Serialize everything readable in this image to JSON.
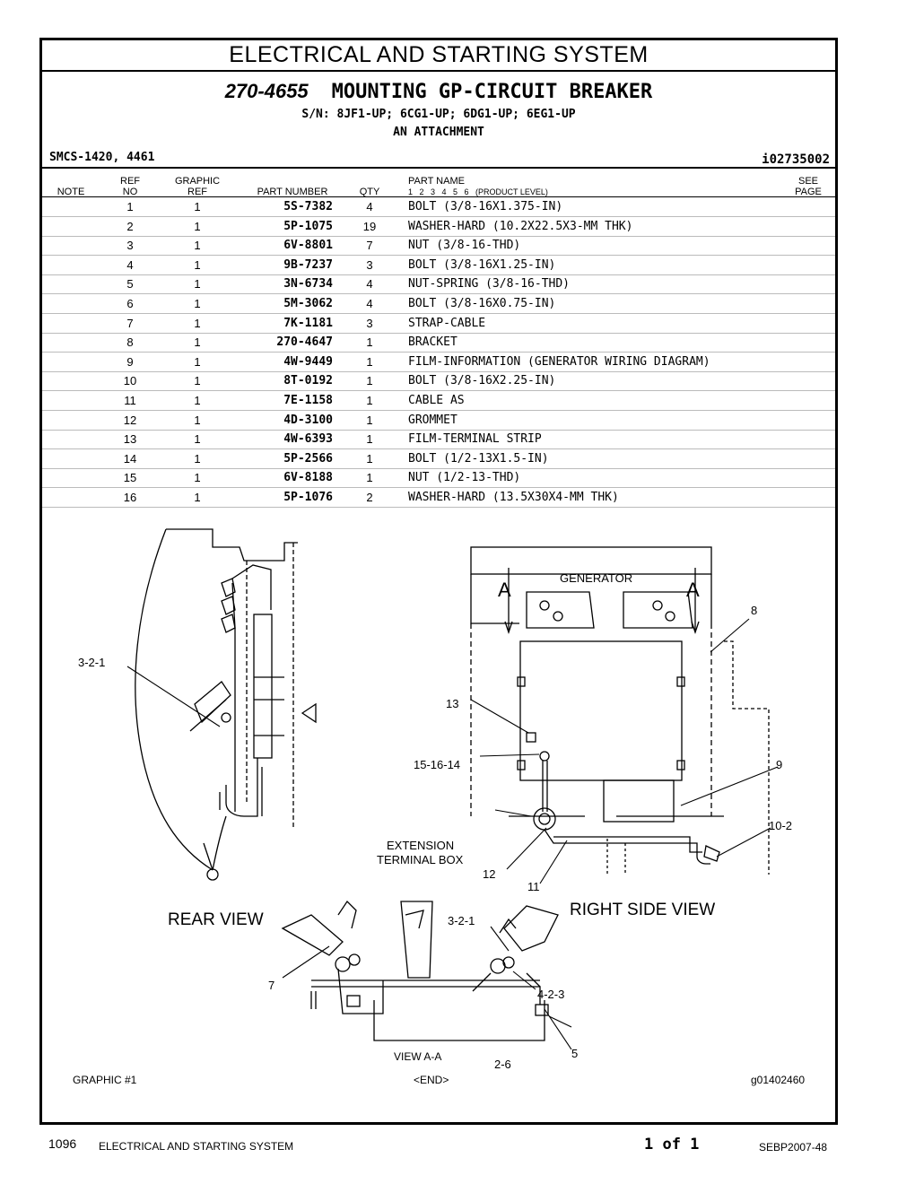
{
  "header": {
    "section_title": "ELECTRICAL AND STARTING SYSTEM",
    "part_number": "270-4655",
    "part_title": "MOUNTING GP-CIRCUIT BREAKER",
    "serial_numbers": "S/N: 8JF1-UP; 6CG1-UP; 6DG1-UP; 6EG1-UP",
    "attachment": "AN ATTACHMENT",
    "smcs": "SMCS-1420, 4461",
    "doc_id": "i02735002"
  },
  "columns": {
    "note": "NOTE",
    "ref_no_1": "REF",
    "ref_no_2": "NO",
    "graphic_ref_1": "GRAPHIC",
    "graphic_ref_2": "REF",
    "part_number": "PART NUMBER",
    "qty": "QTY",
    "part_name_1": "PART NAME",
    "part_name_2": "1   2   3   4   5   6   (PRODUCT LEVEL)",
    "see_page_1": "SEE",
    "see_page_2": "PAGE"
  },
  "parts": [
    {
      "ref": "1",
      "graphic": "1",
      "part_number": "5S-7382",
      "qty": "4",
      "name": "BOLT (3/8-16X1.375-IN)"
    },
    {
      "ref": "2",
      "graphic": "1",
      "part_number": "5P-1075",
      "qty": "19",
      "name": "WASHER-HARD (10.2X22.5X3-MM THK)"
    },
    {
      "ref": "3",
      "graphic": "1",
      "part_number": "6V-8801",
      "qty": "7",
      "name": "NUT (3/8-16-THD)"
    },
    {
      "ref": "4",
      "graphic": "1",
      "part_number": "9B-7237",
      "qty": "3",
      "name": "BOLT (3/8-16X1.25-IN)"
    },
    {
      "ref": "5",
      "graphic": "1",
      "part_number": "3N-6734",
      "qty": "4",
      "name": "NUT-SPRING (3/8-16-THD)"
    },
    {
      "ref": "6",
      "graphic": "1",
      "part_number": "5M-3062",
      "qty": "4",
      "name": "BOLT (3/8-16X0.75-IN)"
    },
    {
      "ref": "7",
      "graphic": "1",
      "part_number": "7K-1181",
      "qty": "3",
      "name": "STRAP-CABLE"
    },
    {
      "ref": "8",
      "graphic": "1",
      "part_number": "270-4647",
      "qty": "1",
      "name": "BRACKET"
    },
    {
      "ref": "9",
      "graphic": "1",
      "part_number": "4W-9449",
      "qty": "1",
      "name": "FILM-INFORMATION (GENERATOR WIRING DIAGRAM)"
    },
    {
      "ref": "10",
      "graphic": "1",
      "part_number": "8T-0192",
      "qty": "1",
      "name": "BOLT (3/8-16X2.25-IN)"
    },
    {
      "ref": "11",
      "graphic": "1",
      "part_number": "7E-1158",
      "qty": "1",
      "name": "CABLE AS"
    },
    {
      "ref": "12",
      "graphic": "1",
      "part_number": "4D-3100",
      "qty": "1",
      "name": "GROMMET"
    },
    {
      "ref": "13",
      "graphic": "1",
      "part_number": "4W-6393",
      "qty": "1",
      "name": "FILM-TERMINAL STRIP"
    },
    {
      "ref": "14",
      "graphic": "1",
      "part_number": "5P-2566",
      "qty": "1",
      "name": "BOLT (1/2-13X1.5-IN)"
    },
    {
      "ref": "15",
      "graphic": "1",
      "part_number": "6V-8188",
      "qty": "1",
      "name": "NUT (1/2-13-THD)"
    },
    {
      "ref": "16",
      "graphic": "1",
      "part_number": "5P-1076",
      "qty": "2",
      "name": "WASHER-HARD (13.5X30X4-MM THK)"
    }
  ],
  "diagram": {
    "rear_view": "REAR VIEW",
    "right_side_view": "RIGHT SIDE VIEW",
    "view_aa": "VIEW A-A",
    "generator": "GENERATOR",
    "section_a": "A",
    "ext_box_1": "EXTENSION",
    "ext_box_2": "TERMINAL BOX",
    "callouts": {
      "c_321_rear": "3-2-1",
      "c_8": "8",
      "c_13": "13",
      "c_151614": "15-16-14",
      "c_9": "9",
      "c_102": "10-2",
      "c_12": "12",
      "c_11": "11",
      "c_321_view": "3-2-1",
      "c_7": "7",
      "c_423": "4-2-3",
      "c_5": "5",
      "c_26": "2-6"
    }
  },
  "footer": {
    "graphic_no": "GRAPHIC #1",
    "end": "<END>",
    "graphic_id": "g01402460",
    "page_number": "1096",
    "section": "ELECTRICAL AND STARTING SYSTEM",
    "page_of": "1 of 1",
    "doc_ref": "SEBP2007-48"
  }
}
